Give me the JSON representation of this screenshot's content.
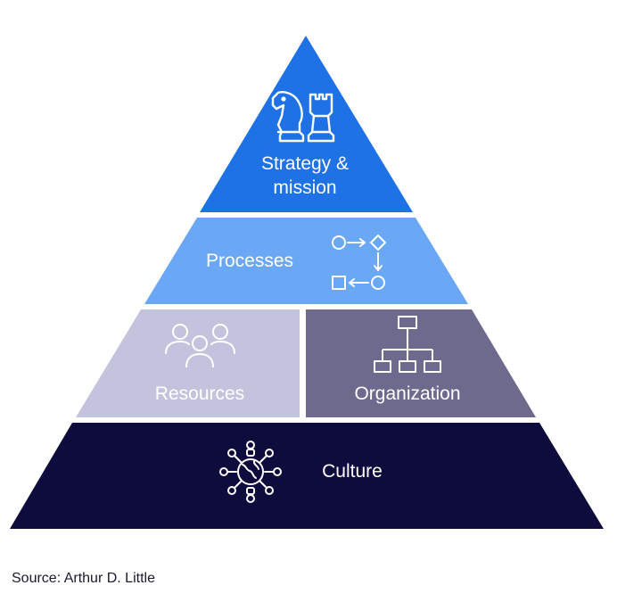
{
  "diagram": {
    "tiers": {
      "strategy": {
        "label": "Strategy & mission",
        "color": "#1f72e6",
        "icon": "chess-knight-rook-icon"
      },
      "processes": {
        "label": "Processes",
        "color": "#6aa8f5",
        "icon": "process-flow-icon"
      },
      "resources": {
        "label": "Resources",
        "color": "#c4c3dd",
        "icon": "people-group-icon"
      },
      "organization": {
        "label": "Organization",
        "color": "#6e6a8e",
        "icon": "org-chart-icon"
      },
      "culture": {
        "label": "Culture",
        "color": "#0e0b3d",
        "icon": "global-people-icon"
      }
    }
  },
  "source": "Source: Arthur D. Little"
}
